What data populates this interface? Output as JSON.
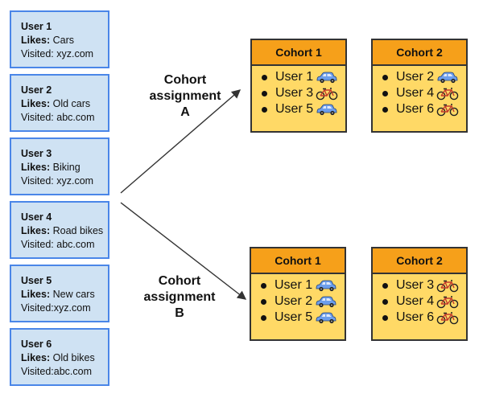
{
  "users": [
    {
      "name": "User 1",
      "likes_label": "Likes:",
      "likes": " Cars",
      "visited": "Visited: xyz.com"
    },
    {
      "name": "User 2",
      "likes_label": "Likes:",
      "likes": " Old cars",
      "visited": "Visited: abc.com"
    },
    {
      "name": "User 3",
      "likes_label": "Likes:",
      "likes": " Biking",
      "visited": "Visited: xyz.com"
    },
    {
      "name": "User 4",
      "likes_label": "Likes:",
      "likes": " Road bikes",
      "visited": "Visited: abc.com"
    },
    {
      "name": "User 5",
      "likes_label": "Likes:",
      "likes": " New cars",
      "visited": "Visited:xyz.com"
    },
    {
      "name": "User 6",
      "likes_label": "Likes:",
      "likes": " Old bikes",
      "visited": "Visited:abc.com"
    }
  ],
  "assignment_a": {
    "line1": "Cohort",
    "line2": "assignment",
    "line3": "A"
  },
  "assignment_b": {
    "line1": "Cohort",
    "line2": "assignment",
    "line3": "B"
  },
  "cohorts_a": [
    {
      "title": "Cohort 1",
      "members": [
        {
          "label": "User 1",
          "icon": "car-icon"
        },
        {
          "label": "User 3",
          "icon": "bike-icon"
        },
        {
          "label": "User 5",
          "icon": "car-icon"
        }
      ]
    },
    {
      "title": "Cohort 2",
      "members": [
        {
          "label": "User 2",
          "icon": "car-icon"
        },
        {
          "label": "User 4",
          "icon": "bike-icon"
        },
        {
          "label": "User 6",
          "icon": "bike-icon"
        }
      ]
    }
  ],
  "cohorts_b": [
    {
      "title": "Cohort 1",
      "members": [
        {
          "label": "User 1",
          "icon": "car-icon"
        },
        {
          "label": "User 2",
          "icon": "car-icon"
        },
        {
          "label": "User 5",
          "icon": "car-icon"
        }
      ]
    },
    {
      "title": "Cohort 2",
      "members": [
        {
          "label": "User 3",
          "icon": "bike-icon"
        },
        {
          "label": "User 4",
          "icon": "bike-icon"
        },
        {
          "label": "User 6",
          "icon": "bike-icon"
        }
      ]
    }
  ],
  "colors": {
    "user_fill": "#cfe2f3",
    "user_border": "#4a86e8",
    "cohort_header": "#f6a01a",
    "cohort_body": "#ffd966",
    "car": "#6d9eeb"
  }
}
